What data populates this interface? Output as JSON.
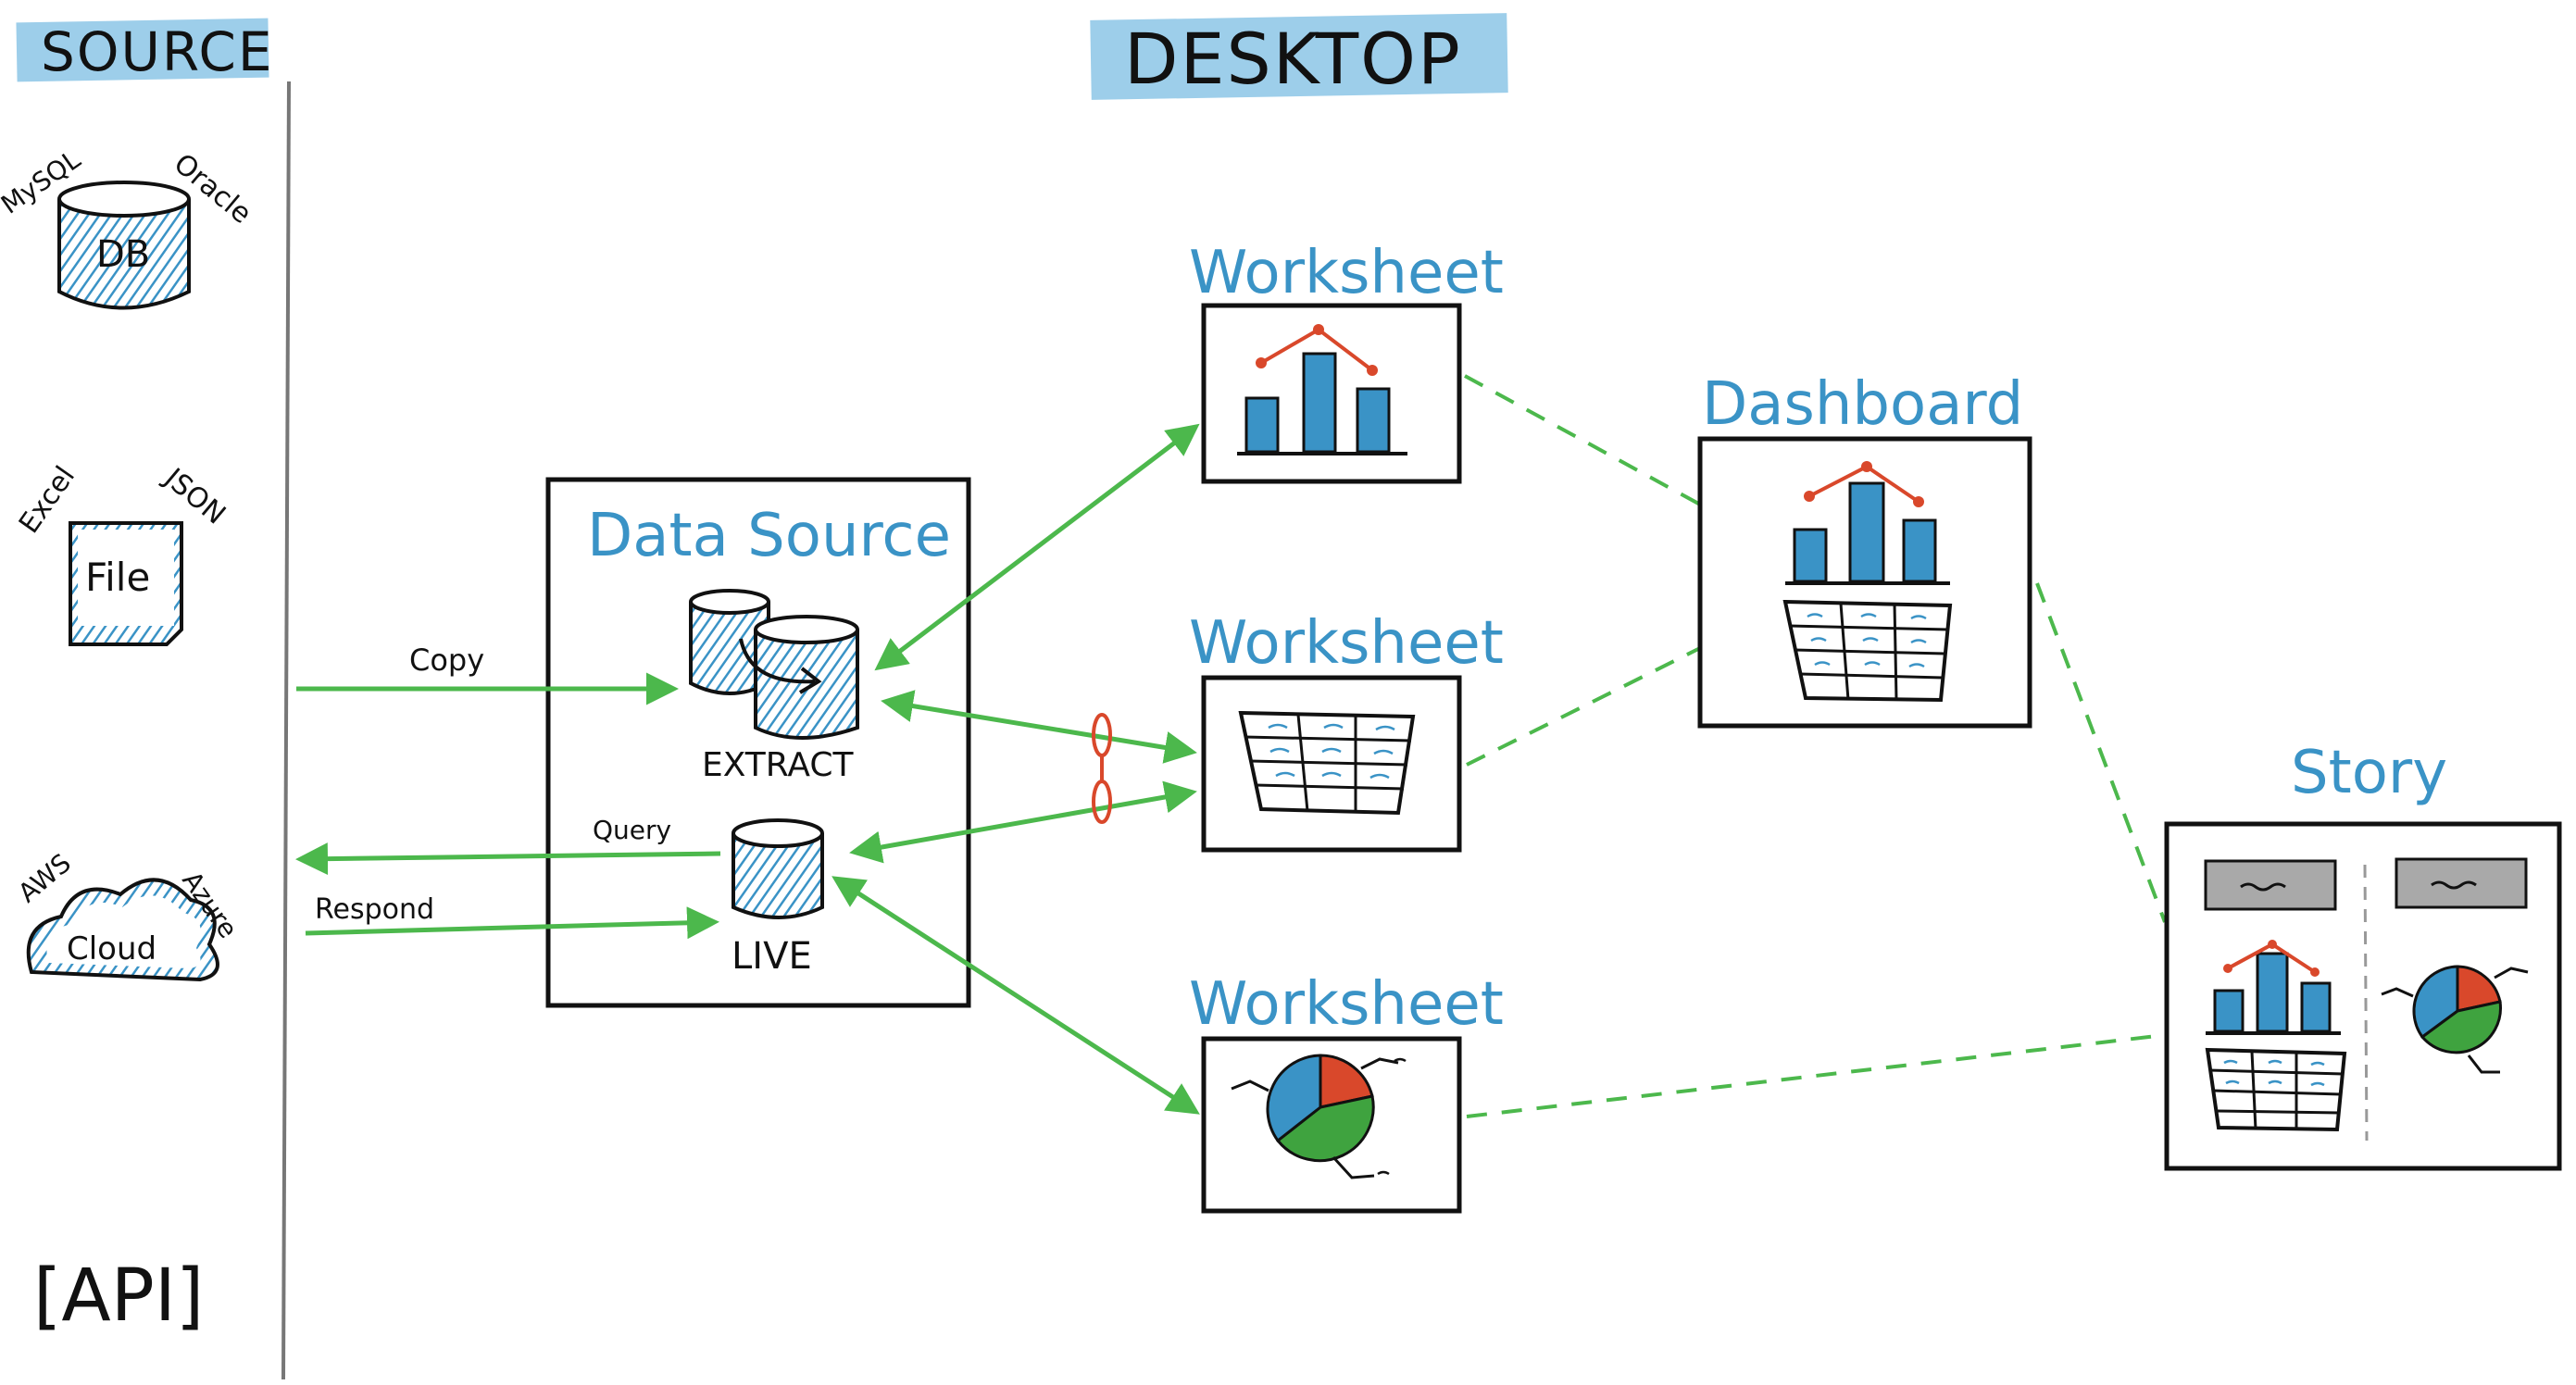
{
  "headers": {
    "source": "SOURCE",
    "desktop": "DESKTOP"
  },
  "sources": {
    "db": {
      "label": "DB",
      "tags": [
        "MySQL",
        "Oracle"
      ]
    },
    "file": {
      "label": "File",
      "tags": [
        "Excel",
        "JSON"
      ]
    },
    "cloud": {
      "label": "Cloud",
      "tags": [
        "AWS",
        "Azure"
      ]
    },
    "api": {
      "label": "[API]"
    }
  },
  "data_source": {
    "title": "Data Source",
    "extract_label": "EXTRACT",
    "live_label": "LIVE"
  },
  "flows": {
    "copy": "Copy",
    "query": "Query",
    "respond": "Respond"
  },
  "worksheets": [
    {
      "title": "Worksheet",
      "content": "bar-chart"
    },
    {
      "title": "Worksheet",
      "content": "table"
    },
    {
      "title": "Worksheet",
      "content": "pie-chart"
    }
  ],
  "dashboard": {
    "title": "Dashboard"
  },
  "story": {
    "title": "Story"
  },
  "colors": {
    "accent_blue": "#3a93c6",
    "header_highlight": "#8cc6e6",
    "arrow_green": "#4cb84c",
    "link_red": "#d9482b",
    "chart_red": "#d9482b",
    "chart_green": "#3fa33f",
    "ink": "#111111",
    "placeholder_gray": "#a9a9a9"
  }
}
